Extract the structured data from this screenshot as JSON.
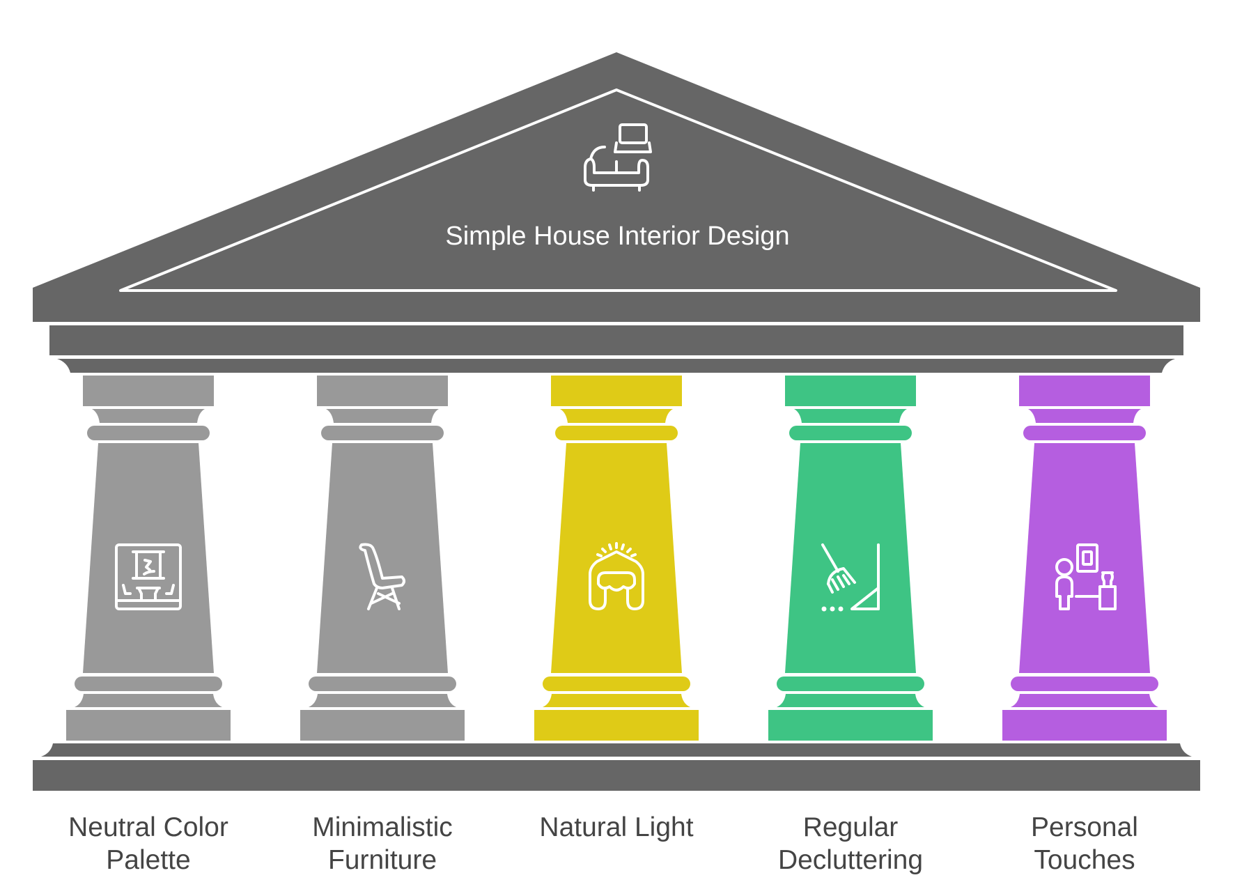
{
  "diagram": {
    "title": "Simple House Interior Design",
    "title_icon": "sofa-and-laptop-icon",
    "colors": {
      "structure": "#666666",
      "line": "#ffffff",
      "label_text": "#444444"
    },
    "pillars": [
      {
        "label_line1": "Neutral Color",
        "label_line2": "Palette",
        "icon": "framed-room-icon",
        "color": "#999999"
      },
      {
        "label_line1": "Minimalistic",
        "label_line2": "Furniture",
        "icon": "chair-icon",
        "color": "#999999"
      },
      {
        "label_line1": "Natural Light",
        "label_line2": "",
        "icon": "window-sunlight-icon",
        "color": "#DFCB17"
      },
      {
        "label_line1": "Regular",
        "label_line2": "Decluttering",
        "icon": "broom-dustpan-icon",
        "color": "#3EC484"
      },
      {
        "label_line1": "Personal",
        "label_line2": "Touches",
        "icon": "person-decor-icon",
        "color": "#B55EE0"
      }
    ]
  }
}
